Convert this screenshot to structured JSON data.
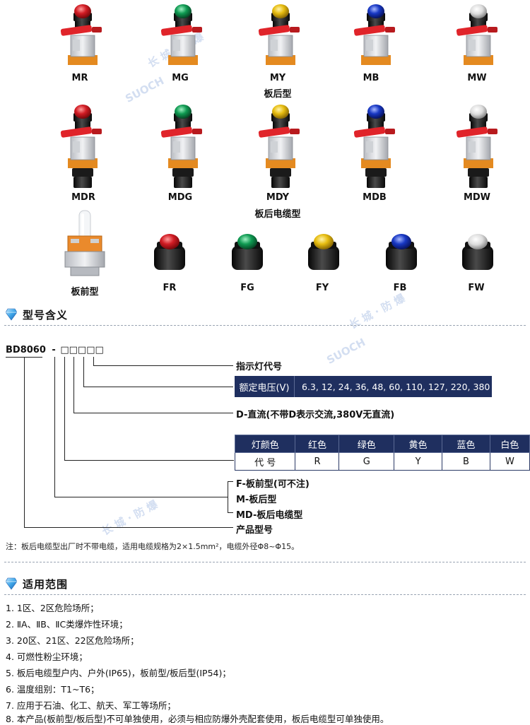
{
  "colors": {
    "navy": "#1f2f5f",
    "red": "#c0141c",
    "green": "#0f8a4a",
    "yellow": "#e0b810",
    "blue": "#1634b8",
    "white": "#e4e4e4",
    "handle": "#e0242a",
    "base_orange": "#e48a20"
  },
  "watermark": {
    "brand_cn": "长 城 · 防 爆",
    "brand_en": "SUOCH"
  },
  "row1": {
    "items": [
      {
        "label": "MR",
        "lamp": "red"
      },
      {
        "label": "MG",
        "lamp": "green"
      },
      {
        "label": "MY",
        "lamp": "yellow"
      },
      {
        "label": "MB",
        "lamp": "blue"
      },
      {
        "label": "MW",
        "lamp": "white"
      }
    ],
    "title": "板后型"
  },
  "row2": {
    "items": [
      {
        "label": "MDR",
        "lamp": "red"
      },
      {
        "label": "MDG",
        "lamp": "green"
      },
      {
        "label": "MDY",
        "lamp": "yellow"
      },
      {
        "label": "MDB",
        "lamp": "blue"
      },
      {
        "label": "MDW",
        "lamp": "white"
      }
    ],
    "title": "板后电缆型"
  },
  "row3": {
    "first_label": "板前型",
    "items": [
      {
        "label": "FR",
        "lamp": "red"
      },
      {
        "label": "FG",
        "lamp": "green"
      },
      {
        "label": "FY",
        "lamp": "yellow"
      },
      {
        "label": "FB",
        "lamp": "blue"
      },
      {
        "label": "FW",
        "lamp": "white"
      }
    ]
  },
  "section_model": {
    "title": "型号含义"
  },
  "model_code": {
    "prefix": "BD8060",
    "dash": "-",
    "boxes": "□□□□□"
  },
  "model_desc": {
    "indicator": "指示灯代号",
    "voltage_label": "额定电压(V)",
    "voltage_values": "6.3, 12, 24, 36, 48, 60, 110, 127, 220, 380",
    "dc": "D-直流(不带D表示交流,380V无直流)",
    "f_type": "F-板前型(可不注)",
    "m_type": "M-板后型",
    "md_type": "MD-板后电缆型",
    "product": "产品型号"
  },
  "color_table": {
    "header": [
      "灯颜色",
      "红色",
      "绿色",
      "黄色",
      "蓝色",
      "白色"
    ],
    "row": [
      "代 号",
      "R",
      "G",
      "Y",
      "B",
      "W"
    ]
  },
  "note": "注：板后电缆型出厂时不带电缆，适用电缆规格为2×1.5mm²，电缆外径Φ8~Φ15。",
  "section_usage": {
    "title": "适用范围"
  },
  "usage": [
    "1. 1区、2区危险场所；",
    "2. ⅡA、ⅡB、ⅡC类爆炸性环境；",
    "3. 20区、21区、22区危险场所；",
    "4. 可燃性粉尘环境；",
    "5. 板后电缆型户内、户外(IP65)，板前型/板后型(IP54)；",
    "6. 温度组别：T1~T6；",
    "7. 应用于石油、化工、航天、军工等场所；",
    "8. 本产品(板前型/板后型)不可单独使用，必须与相应防爆外壳配套使用，板后电缆型可单独使用。"
  ]
}
